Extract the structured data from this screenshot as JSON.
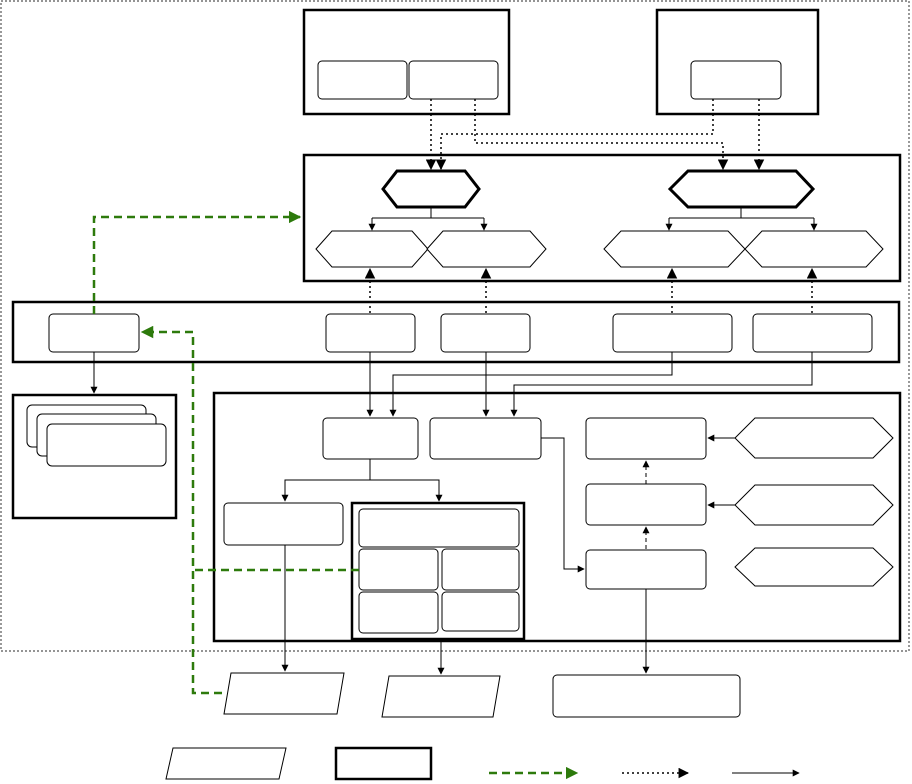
{
  "colors": {
    "stroke": "#000000",
    "background": "#ffffff",
    "feedback_edge": "#2d7a0c",
    "boundary": "#555555"
  },
  "boxes": [
    {
      "id": "top-left-group",
      "label": ""
    },
    {
      "id": "top-left-item-1",
      "label": ""
    },
    {
      "id": "top-left-item-2",
      "label": ""
    },
    {
      "id": "top-right-group",
      "label": ""
    },
    {
      "id": "top-right-item",
      "label": ""
    },
    {
      "id": "middle-layer",
      "label": ""
    },
    {
      "id": "row-node-1",
      "label": ""
    },
    {
      "id": "row-node-2",
      "label": ""
    },
    {
      "id": "row-node-3",
      "label": ""
    },
    {
      "id": "row-node-4",
      "label": ""
    },
    {
      "id": "row-node-5",
      "label": ""
    },
    {
      "id": "lower-main-group",
      "label": ""
    },
    {
      "id": "processing-box-1",
      "label": ""
    },
    {
      "id": "processing-box-2",
      "label": ""
    },
    {
      "id": "right-box-top",
      "label": ""
    },
    {
      "id": "right-box-middle",
      "label": ""
    },
    {
      "id": "right-box-bottom",
      "label": ""
    },
    {
      "id": "left-output-box",
      "label": ""
    },
    {
      "id": "grid-group",
      "label": ""
    },
    {
      "id": "grid-header",
      "label": ""
    },
    {
      "id": "grid-cell-1",
      "label": ""
    },
    {
      "id": "grid-cell-2",
      "label": ""
    },
    {
      "id": "grid-cell-3",
      "label": ""
    },
    {
      "id": "grid-cell-4",
      "label": ""
    },
    {
      "id": "stack-group",
      "label": ""
    },
    {
      "id": "bottom-output",
      "label": ""
    }
  ],
  "hexagons": [
    {
      "id": "decision-hex-left",
      "label": ""
    },
    {
      "id": "decision-hex-right",
      "label": ""
    },
    {
      "id": "option-hex-1",
      "label": ""
    },
    {
      "id": "option-hex-2",
      "label": ""
    },
    {
      "id": "option-hex-3",
      "label": ""
    },
    {
      "id": "option-hex-4",
      "label": ""
    },
    {
      "id": "side-hex-1",
      "label": ""
    },
    {
      "id": "side-hex-2",
      "label": ""
    },
    {
      "id": "side-hex-3",
      "label": ""
    }
  ],
  "parallelograms": [
    {
      "id": "data-out-1",
      "label": ""
    },
    {
      "id": "data-out-2",
      "label": ""
    }
  ],
  "legend": {
    "data_label": "",
    "group_label": "",
    "feedback_label": "",
    "dotted_label": "",
    "solid_label": ""
  }
}
